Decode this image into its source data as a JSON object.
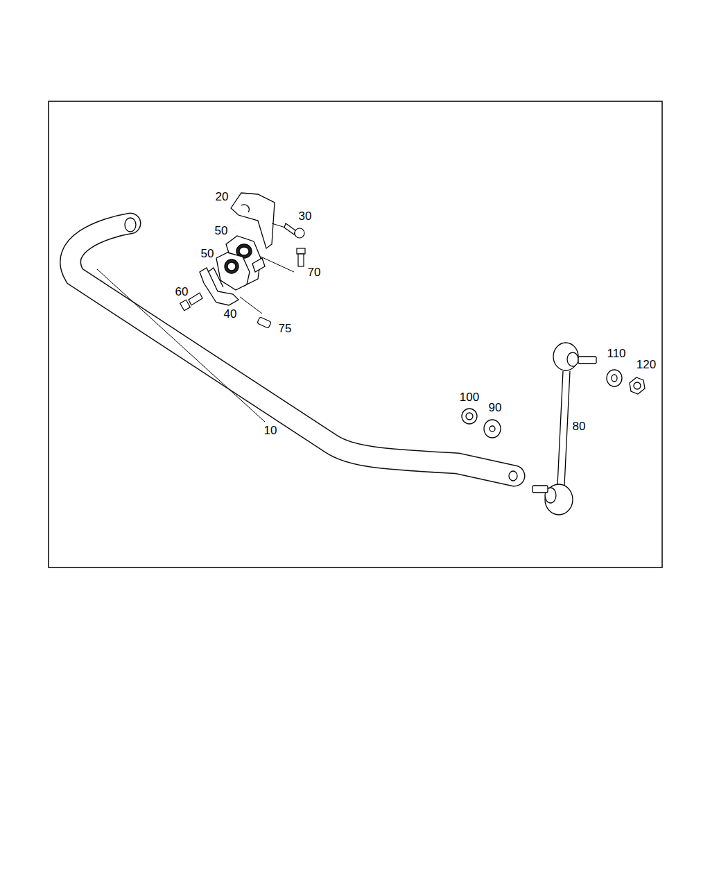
{
  "diagram": {
    "labels": [
      "20",
      "30",
      "50",
      "50",
      "70",
      "60",
      "40",
      "75",
      "110",
      "120",
      "100",
      "90",
      "10",
      "80"
    ]
  }
}
